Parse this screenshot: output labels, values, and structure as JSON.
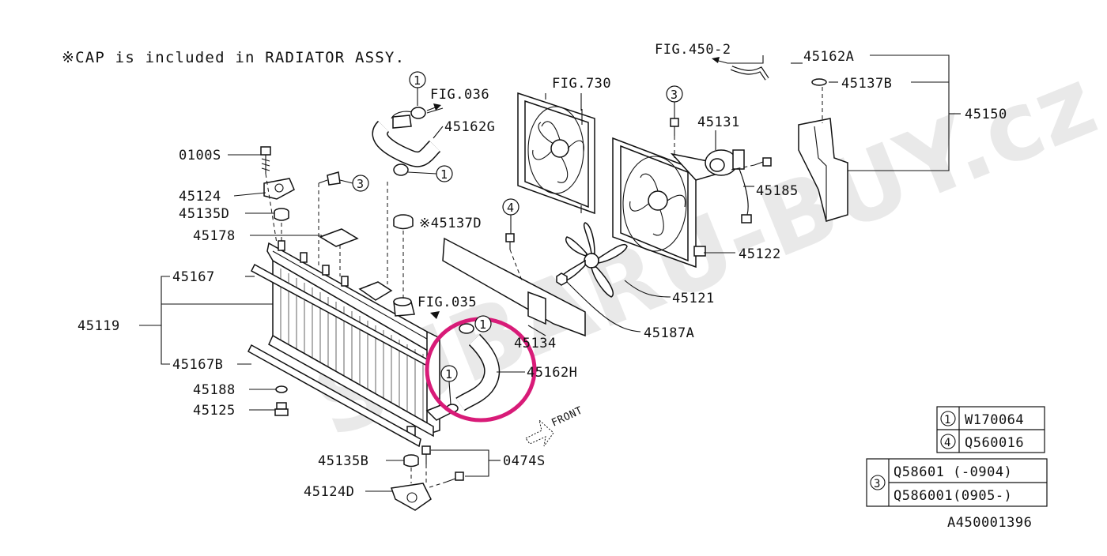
{
  "note": "※CAP is included in RADIATOR ASSY.",
  "watermark": "SUBARU-BUY.cz",
  "diagram_id": "A450001396",
  "front_label": "FRONT",
  "highlight_color": "#d81b78",
  "labels": {
    "fig036": "FIG.036",
    "fig730": "FIG.730",
    "fig450": "FIG.450-2",
    "fig035": "FIG.035",
    "p45162A": "45162A",
    "p45137B": "45137B",
    "p45150": "45150",
    "p45162G": "45162G",
    "p45131": "45131",
    "p0100S": "0100S",
    "p45124": "45124",
    "p45135D": "45135D",
    "p45178": "45178",
    "p45137D": "※45137D",
    "p45185": "45185",
    "p45122": "45122",
    "p45167": "45167",
    "p45121": "45121",
    "p45119": "45119",
    "p45187A": "45187A",
    "p45134": "45134",
    "p45162H": "45162H",
    "p45167B": "45167B",
    "p45188": "45188",
    "p45125": "45125",
    "p45135B": "45135B",
    "p0474S": "0474S",
    "p45124D": "45124D"
  },
  "callouts": {
    "c1": "1",
    "c3": "3",
    "c4": "4"
  },
  "legend": {
    "rows": [
      {
        "callout": "1",
        "part": "W170064"
      },
      {
        "callout": "4",
        "part": "Q560016"
      }
    ],
    "group3": {
      "callout": "3",
      "rows": [
        "Q58601 (-0904)",
        "Q586001(0905-)"
      ]
    }
  }
}
